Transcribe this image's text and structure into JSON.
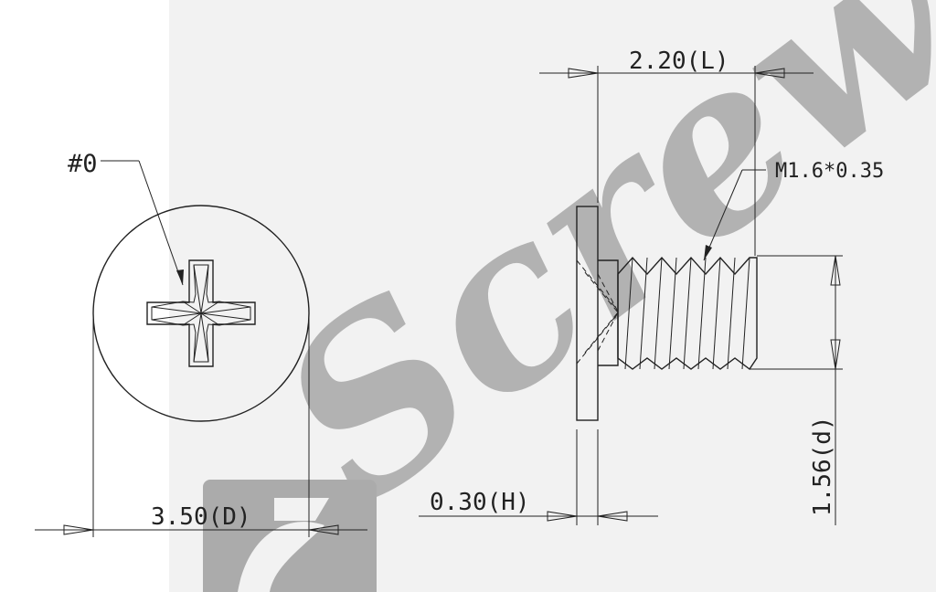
{
  "drawing": {
    "recess_callout": "#0",
    "thread_callout": "M1.6*0.35",
    "dimensions": {
      "head_diameter": "3.50(D)",
      "length": "2.20(L)",
      "head_height": "0.30(H)",
      "thread_diameter": "1.56(d)"
    },
    "watermark_text": "ScrewTech"
  },
  "colors": {
    "background": "#ffffff",
    "left_band": "#ffffff",
    "right_band": "#f2f2f2",
    "watermark": "#a8a8a8",
    "ink": "#222222"
  }
}
